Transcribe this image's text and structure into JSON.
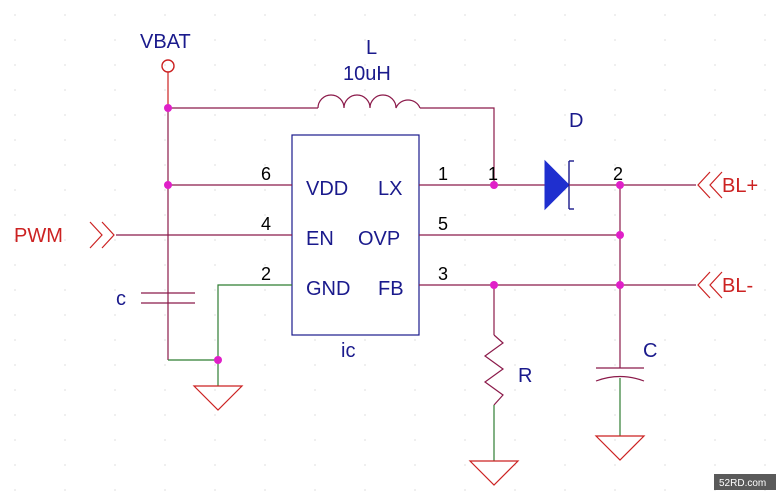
{
  "labels": {
    "vbat": "VBAT",
    "inductor_ref": "L",
    "inductor_value": "10uH",
    "diode_ref": "D",
    "pwm": "PWM",
    "cap_in": "c",
    "ic_ref": "ic",
    "resistor_ref": "R",
    "cap_out": "C",
    "bl_plus": "BL+",
    "bl_minus": "BL-",
    "watermark": "52RD.com"
  },
  "ic_pins": {
    "vdd": "VDD",
    "en": "EN",
    "gnd": "GND",
    "lx": "LX",
    "ovp": "OVP",
    "fb": "FB"
  },
  "pin_numbers": {
    "vdd": "6",
    "en": "4",
    "gnd": "2",
    "lx": "1",
    "ovp": "5",
    "fb": "3",
    "diode_anode": "1",
    "diode_cathode": "2"
  },
  "colors": {
    "wire": "#8b1a4a",
    "ground_wire": "#2e7d32",
    "node": "#e020c8",
    "label_blue": "#1a1a8c",
    "label_red": "#cc2222",
    "diode_fill": "#1f2fcf"
  }
}
